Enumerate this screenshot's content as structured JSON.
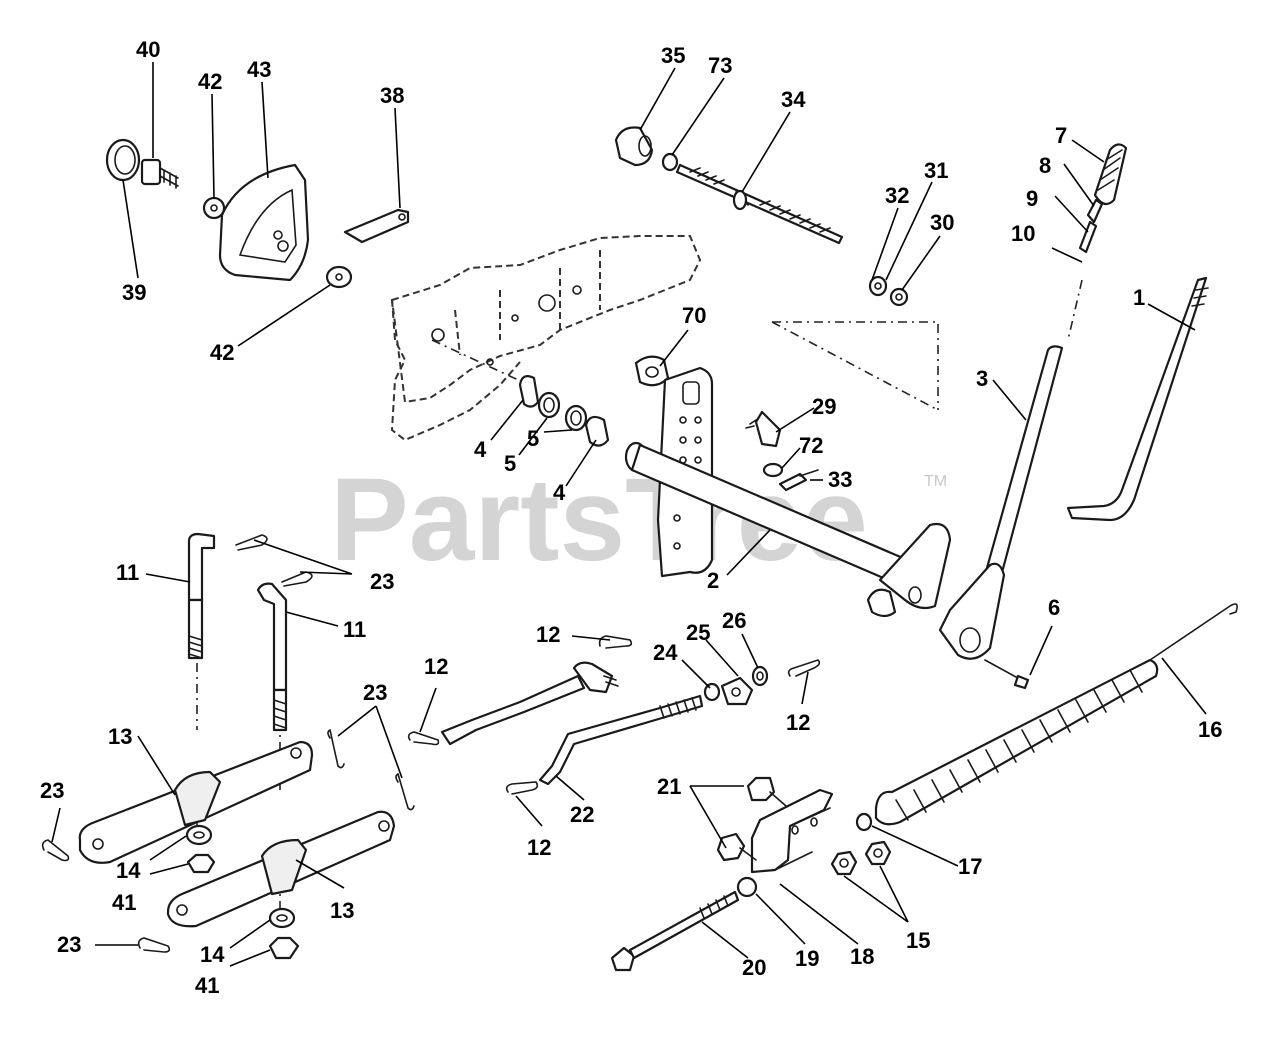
{
  "watermark": {
    "text": "PartsTree",
    "mark": "TM"
  },
  "callouts": {
    "c1": "1",
    "c2": "2",
    "c3": "3",
    "c4a": "4",
    "c4b": "4",
    "c5a": "5",
    "c5b": "5",
    "c6": "6",
    "c7": "7",
    "c8": "8",
    "c9": "9",
    "c10": "10",
    "c11a": "11",
    "c11b": "11",
    "c12a": "12",
    "c12b": "12",
    "c12c": "12",
    "c12d": "12",
    "c13a": "13",
    "c13b": "13",
    "c14a": "14",
    "c14b": "14",
    "c15": "15",
    "c16": "16",
    "c17": "17",
    "c18": "18",
    "c19": "19",
    "c20": "20",
    "c21": "21",
    "c22": "22",
    "c23a": "23",
    "c23b": "23",
    "c23c": "23",
    "c23d": "23",
    "c24": "24",
    "c25": "25",
    "c26": "26",
    "c29": "29",
    "c30": "30",
    "c31": "31",
    "c32": "32",
    "c33": "33",
    "c34": "34",
    "c35": "35",
    "c38": "38",
    "c39": "39",
    "c40": "40",
    "c41a": "41",
    "c41b": "41",
    "c42a": "42",
    "c42b": "42",
    "c43": "43",
    "c70": "70",
    "c72": "72",
    "c73": "73"
  }
}
